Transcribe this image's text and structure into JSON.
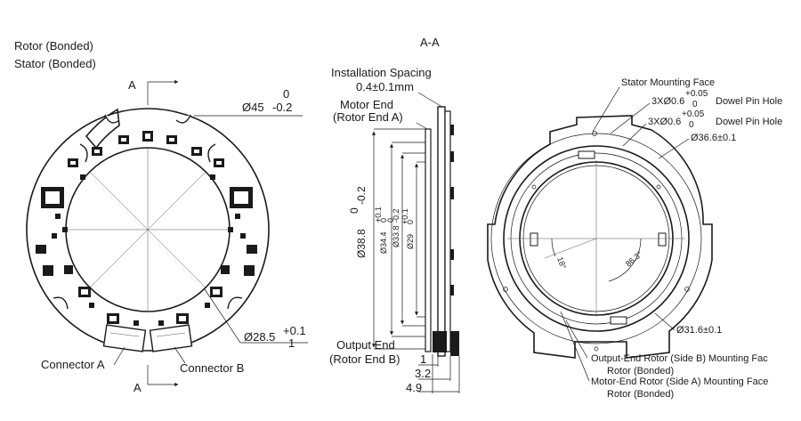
{
  "left_view": {
    "rotor_label": "Rotor (Bonded)",
    "stator_label": "Stator (Bonded)",
    "section_mark": "A",
    "outer_dia": "Ø45",
    "outer_tol_upper": "0",
    "outer_tol_lower": "-0.2",
    "inner_dia": "Ø28.5",
    "inner_tol_upper": "+0.1",
    "inner_tol_lower": "1",
    "connector_a": "Connector A",
    "connector_b": "Connector B"
  },
  "section_view": {
    "title": "A-A",
    "spacing_label": "Installation Spacing",
    "spacing_value": "0.4±0.1mm",
    "motor_end": "Motor End",
    "motor_end_sub": "(Rotor End A)",
    "output_end": "Output End",
    "output_end_sub": "(Rotor End B)",
    "dia1": "Ø38.8",
    "dia1_tol_upper": "0",
    "dia1_tol_lower": "-0.2",
    "dia2": "Ø34.4",
    "dia2_tol_upper": "+0.1",
    "dia2_tol_lower": "0",
    "dia3": "Ø33.8",
    "dia3_tol_upper": "0",
    "dia3_tol_lower": "-0.2",
    "dia4": "Ø29",
    "dia4_tol_upper": "+0.1",
    "dia4_tol_lower": "0",
    "dim_1": "1",
    "dim_2": "3.2",
    "dim_3": "4.9"
  },
  "right_view": {
    "stator_face": "Stator Mounting Face",
    "dowel1_prefix": "3XØ0.6",
    "dowel1_tol_upper": "+0.05",
    "dowel1_tol_lower": "0",
    "dowel1_label": "Dowel Pin Hole",
    "dowel2_prefix": "3XØ0.6",
    "dowel2_tol_upper": "+0.05",
    "dowel2_tol_lower": "0",
    "dowel2_label": "Dowel Pin Hole",
    "dia_366": "Ø36.6±0.1",
    "dia_316": "Ø31.6±0.1",
    "angle_left": "18°",
    "angle_right": "86.3°",
    "output_rotor_face": "Output-End Rotor (Side B) Mounting Fac",
    "output_rotor_bonded": "Rotor (Bonded)",
    "motor_rotor_face": "Motor-End Rotor (Side A) Mounting Face",
    "motor_rotor_bonded": "Rotor (Bonded)"
  }
}
